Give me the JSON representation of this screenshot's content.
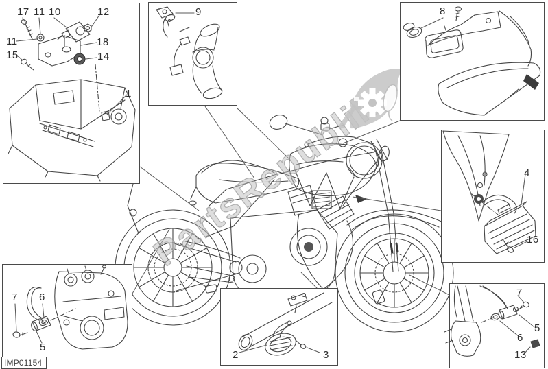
{
  "diagram": {
    "footer_code": "IMP01154",
    "watermark": {
      "text": "PartsRepublik",
      "logo": "gear-wrench-leaf-logo",
      "color": "#c0c0c0"
    },
    "line_color": "#454545",
    "labels": [
      {
        "id": "tl-17",
        "text": "17"
      },
      {
        "id": "tl-11-top",
        "text": "11"
      },
      {
        "id": "tl-10",
        "text": "10"
      },
      {
        "id": "tl-12",
        "text": "12"
      },
      {
        "id": "tl-11-left",
        "text": "11"
      },
      {
        "id": "tl-18",
        "text": "18"
      },
      {
        "id": "tl-15",
        "text": "15"
      },
      {
        "id": "tl-14",
        "text": "14"
      },
      {
        "id": "tl-1",
        "text": "1"
      },
      {
        "id": "tm-9",
        "text": "9"
      },
      {
        "id": "tr-8",
        "text": "8"
      },
      {
        "id": "r-4",
        "text": "4"
      },
      {
        "id": "r-16",
        "text": "16"
      },
      {
        "id": "br-7",
        "text": "7"
      },
      {
        "id": "br-5",
        "text": "5"
      },
      {
        "id": "br-6",
        "text": "6"
      },
      {
        "id": "br-13",
        "text": "13"
      },
      {
        "id": "bc-2",
        "text": "2"
      },
      {
        "id": "bc-3",
        "text": "3"
      },
      {
        "id": "bl-7",
        "text": "7"
      },
      {
        "id": "bl-6",
        "text": "6"
      },
      {
        "id": "bl-5",
        "text": "5"
      }
    ]
  }
}
